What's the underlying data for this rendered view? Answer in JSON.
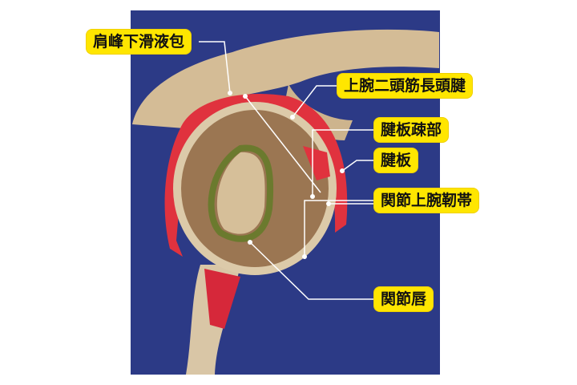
{
  "labels": {
    "subacromial_bursa": "肩峰下滑液包",
    "biceps_long_head_tendon": "上腕二頭筋長頭腱",
    "rotator_interval": "腱板疎部",
    "rotator_cuff": "腱板",
    "glenohumeral_ligament": "関節上腕靭帯",
    "labrum": "関節唇"
  },
  "colors": {
    "background": "#2c3a86",
    "label_fill": "#ffe600",
    "bone": "#d8c2a0",
    "cuff_red": "#e0323e",
    "labrum_green": "#6b7a2e"
  }
}
